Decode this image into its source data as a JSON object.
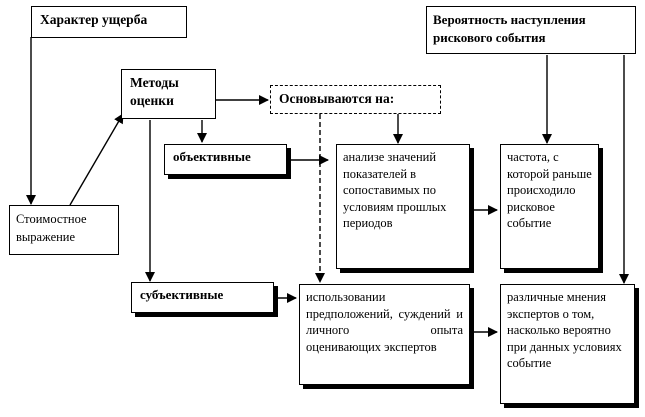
{
  "nodes": {
    "damage_character": "Характер ущерба",
    "event_probability": "Вероятность наступления рискового события",
    "estimation_methods": "Методы оценки",
    "based_on": "Основываются на:",
    "objective": "объективные",
    "subjective": "субъективные",
    "value_expression": "Стоимостное выражение",
    "analysis": "анализе значений показателей в сопоставимых по условиям прошлых периодов",
    "frequency": "частота, с которой раньше происходило рисковое событие",
    "assumptions": "использовании предположений, суждений и личного опыта оценивающих экспертов",
    "expert_opinions": "различные мнения экспертов о том, насколько вероятно при данных условиях событие"
  }
}
